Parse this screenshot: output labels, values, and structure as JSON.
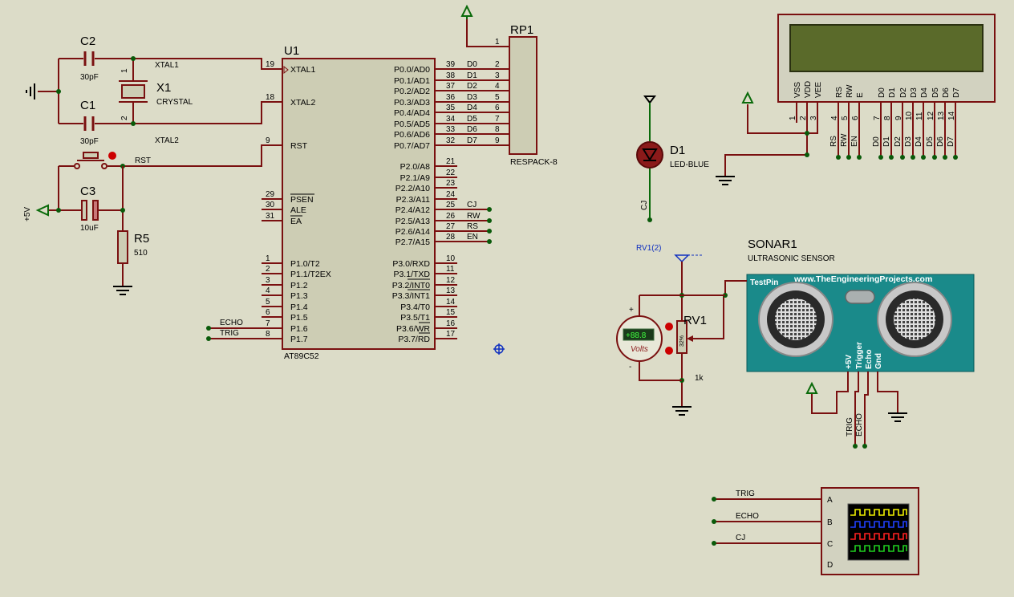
{
  "u1": {
    "name": "U1",
    "part": "AT89C52",
    "left_pins": [
      {
        "num": "19",
        "label": "XTAL1"
      },
      {
        "num": "18",
        "label": "XTAL2"
      },
      {
        "num": "9",
        "label": "RST"
      },
      {
        "num": "29",
        "label": "PSEN"
      },
      {
        "num": "30",
        "label": "ALE"
      },
      {
        "num": "31",
        "label": "EA"
      },
      {
        "num": "1",
        "label": "P1.0/T2"
      },
      {
        "num": "2",
        "label": "P1.1/T2EX"
      },
      {
        "num": "3",
        "label": "P1.2"
      },
      {
        "num": "4",
        "label": "P1.3"
      },
      {
        "num": "5",
        "label": "P1.4"
      },
      {
        "num": "6",
        "label": "P1.5"
      },
      {
        "num": "7",
        "label": "P1.6"
      },
      {
        "num": "8",
        "label": "P1.7"
      }
    ],
    "right_pins": [
      {
        "num": "39",
        "label": "P0.0/AD0"
      },
      {
        "num": "38",
        "label": "P0.1/AD1"
      },
      {
        "num": "37",
        "label": "P0.2/AD2"
      },
      {
        "num": "36",
        "label": "P0.3/AD3"
      },
      {
        "num": "35",
        "label": "P0.4/AD4"
      },
      {
        "num": "34",
        "label": "P0.5/AD5"
      },
      {
        "num": "33",
        "label": "P0.6/AD6"
      },
      {
        "num": "32",
        "label": "P0.7/AD7"
      },
      {
        "num": "21",
        "label": "P2.0/A8"
      },
      {
        "num": "22",
        "label": "P2.1/A9"
      },
      {
        "num": "23",
        "label": "P2.2/A10"
      },
      {
        "num": "24",
        "label": "P2.3/A11"
      },
      {
        "num": "25",
        "label": "P2.4/A12"
      },
      {
        "num": "26",
        "label": "P2.5/A13"
      },
      {
        "num": "27",
        "label": "P2.6/A14"
      },
      {
        "num": "28",
        "label": "P2.7/A15"
      },
      {
        "num": "10",
        "label": "P3.0/RXD"
      },
      {
        "num": "11",
        "label": "P3.1/TXD"
      },
      {
        "num": "12",
        "label": "P3.2/INT0"
      },
      {
        "num": "13",
        "label": "P3.3/INT1"
      },
      {
        "num": "14",
        "label": "P3.4/T0"
      },
      {
        "num": "15",
        "label": "P3.5/T1"
      },
      {
        "num": "16",
        "label": "P3.6/WR"
      },
      {
        "num": "17",
        "label": "P3.7/RD"
      }
    ]
  },
  "data_nets": [
    "D0",
    "D1",
    "D2",
    "D3",
    "D4",
    "D5",
    "D6",
    "D7"
  ],
  "ctrl_nets": [
    "CJ",
    "RW",
    "RS",
    "EN"
  ],
  "p1_nets": [
    "ECHO",
    "TRIG"
  ],
  "rp1": {
    "name": "RP1",
    "part": "RESPACK-8",
    "pins": [
      "1",
      "2",
      "3",
      "4",
      "5",
      "6",
      "7",
      "8",
      "9"
    ]
  },
  "crystal": {
    "c2_name": "C2",
    "c2_value": "30pF",
    "c1_name": "C1",
    "c1_value": "30pF",
    "x1_name": "X1",
    "x1_part": "CRYSTAL",
    "pin1": "1",
    "pin2": "2",
    "xtal1_net": "XTAL1",
    "xtal2_net": "XTAL2"
  },
  "reset": {
    "rst_net": "RST",
    "c3_name": "C3",
    "c3_value": "10uF",
    "r5_name": "R5",
    "r5_value": "510",
    "supply": "+5V"
  },
  "led": {
    "name": "D1",
    "part": "LED-BLUE",
    "net": "CJ"
  },
  "lcd": {
    "pin_labels": [
      "VSS",
      "VDD",
      "VEE",
      "RS",
      "RW",
      "E",
      "D0",
      "D1",
      "D2",
      "D3",
      "D4",
      "D5",
      "D6",
      "D7"
    ],
    "pin_nums": [
      "1",
      "2",
      "3",
      "4",
      "5",
      "6",
      "7",
      "8",
      "9",
      "10",
      "11",
      "12",
      "13",
      "14"
    ],
    "nets": [
      "RS",
      "RW",
      "EN",
      "D0",
      "D1",
      "D2",
      "D3",
      "D4",
      "D5",
      "D6",
      "D7"
    ]
  },
  "sonar": {
    "name": "SONAR1",
    "part": "ULTRASONIC SENSOR",
    "url": "www.TheEngineeringProjects.com",
    "test_pin": "TestPin",
    "pins": [
      "+5V",
      "Trigger",
      "Echo",
      "Gnd"
    ],
    "nets": [
      "TRIG",
      "ECHO"
    ]
  },
  "pot": {
    "name": "RV1",
    "value": "1k",
    "percent": "32%",
    "probe": "RV1(2)"
  },
  "voltmeter": {
    "reading": "+88.8",
    "units": "Volts",
    "plus": "+",
    "minus": "-"
  },
  "scope": {
    "channels": [
      "A",
      "B",
      "C",
      "D"
    ],
    "nets": [
      "TRIG",
      "ECHO",
      "CJ"
    ],
    "trace_colors": [
      "#f0f000",
      "#2040ff",
      "#ff2020",
      "#20d020"
    ]
  }
}
